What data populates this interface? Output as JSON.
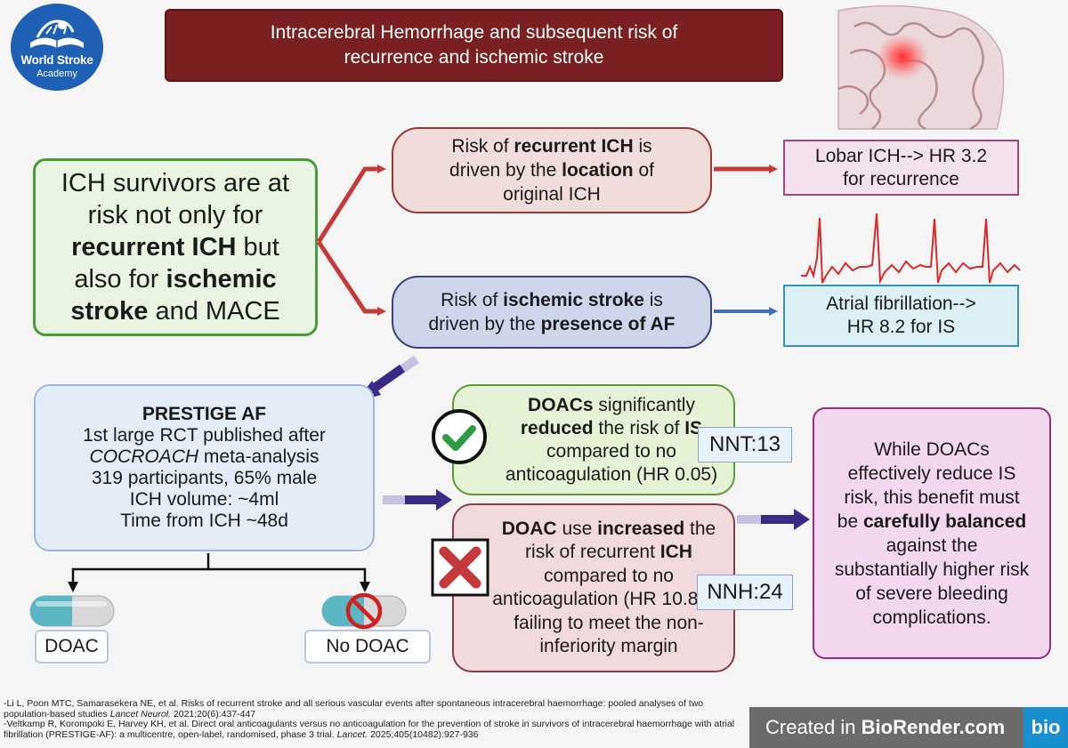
{
  "logo": {
    "line1": "World Stroke",
    "line2": "Academy"
  },
  "title": {
    "line1": "Intracerebral Hemorrhage and subsequent risk of",
    "line2": "recurrence and ischemic stroke"
  },
  "survivors": {
    "t1": "ICH survivors are at risk not only for",
    "b1": "recurrent ICH",
    "t2": "but also for",
    "b2": "ischemic stroke",
    "t3": "and MACE"
  },
  "recurrent": {
    "t1": "Risk of",
    "b1": "recurrent ICH",
    "t2": "is driven by the",
    "b2": "location",
    "t3": "of original ICH"
  },
  "ischemic": {
    "t1": "Risk of",
    "b1": "ischemic stroke",
    "t2": "is driven by  the",
    "b2": "presence of AF"
  },
  "lobar": {
    "line1": "Lobar ICH--> HR 3.2",
    "line2": "for recurrence"
  },
  "af": {
    "line1": "Atrial fibrillation-->",
    "line2": "HR 8.2 for IS"
  },
  "prestige": {
    "heading": "PRESTIGE AF",
    "line1": "1st large RCT published after",
    "italic": "COCROACH",
    "line2_rest": "meta-analysis",
    "line3": "319 participants, 65% male",
    "line4": "ICH volume: ~4ml",
    "line5": "Time from ICH ~48d"
  },
  "doacs_benefit": {
    "b1": "DOACs",
    "t1": "significantly",
    "b2": "reduced",
    "t2": "the risk of",
    "b3": "IS",
    "t3": "compared to no anticoagulation (HR 0.05)"
  },
  "doac_harm": {
    "b1": "DOAC",
    "t1": "use",
    "b2": "increased",
    "t2": "the risk of recurrent",
    "b3": "ICH",
    "t3": "compared to no anticoagulation (HR 10.89;), failing to meet the non-inferiority margin"
  },
  "nnt": "NNT:13",
  "nnh": "NNH:24",
  "conclusion": {
    "t1": "While DOACs effectively reduce IS risk, this benefit must be",
    "b1": "carefully balanced",
    "t2": "against the substantially higher risk of severe bleeding complications."
  },
  "labels": {
    "doac": "DOAC",
    "no_doac": "No DOAC"
  },
  "references": {
    "ref1_a": "-Li L, Poon MTC, Samarasekera NE, et al. Risks of recurrent stroke and all serious vascular events after spontaneous intracerebral haemorrhage: pooled analyses of two population-based studies",
    "ref1_journal": "Lancet Neurol.",
    "ref1_b": "2021;20(6):437-447",
    "ref2_a": "-Veltkamp R, Korompoki E, Harvey KH, et al. Direct oral anticoagulants versus no anticoagulation for the prevention of stroke in survivors of intracerebral haemorrhage with atrial fibrillation (PRESTIGE-AF): a multicentre, open-label, randomised, phase 3 trial.",
    "ref2_journal": "Lancet.",
    "ref2_b": "2025;405(10482):927-936"
  },
  "biorender": {
    "prefix": "Created in",
    "brand": "BioRender.com",
    "logo": "bio"
  },
  "icons": {
    "logo": "world-stroke-book-icon",
    "brain": "brain-hemorrhage-icon",
    "ecg": "ecg-trace-icon",
    "check": "check-icon",
    "cross": "cross-icon",
    "pill": "pill-icon",
    "no_pill": "prohibited-pill-icon"
  },
  "colors": {
    "title_bg": "#7a1f22",
    "red_arrow": "#c43a3a",
    "blue_arrow": "#3f6fb5",
    "purple_arrow": "#3b2a84",
    "green_border": "#4a9a3a",
    "ecg": "#d62a2a"
  }
}
